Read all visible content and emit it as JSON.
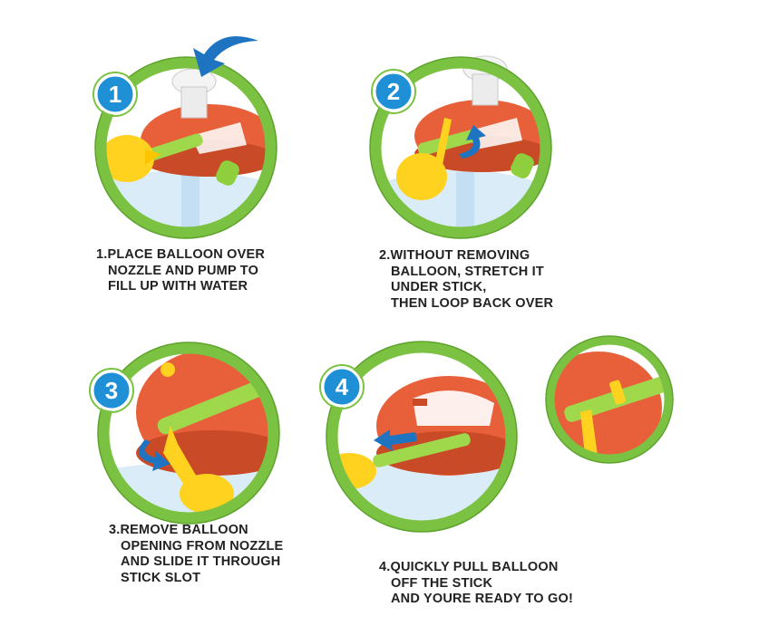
{
  "colors": {
    "ring_green": "#7cc242",
    "ring_green_dark": "#5ea32e",
    "badge_blue": "#1f8fd6",
    "arrow_blue": "#1f74c2",
    "cap_orange": "#e8603a",
    "cap_orange_dark": "#c94a27",
    "balloon_yellow": "#ffd21f",
    "stick_green": "#9fd84a",
    "water_blue": "#d9ecf8"
  },
  "steps": [
    {
      "number": "1",
      "lines": [
        "1.PLACE BALLOON OVER",
        "NOZZLE AND PUMP TO",
        "FILL UP WITH WATER"
      ]
    },
    {
      "number": "2",
      "lines": [
        "2.WITHOUT REMOVING",
        "BALLOON, STRETCH IT",
        "UNDER STICK,",
        "THEN LOOP BACK OVER"
      ]
    },
    {
      "number": "3",
      "lines": [
        "3.REMOVE BALLOON",
        "OPENING FROM NOZZLE",
        "AND SLIDE IT THROUGH",
        "STICK SLOT"
      ]
    },
    {
      "number": "4",
      "lines": [
        "4.QUICKLY PULL BALLOON",
        "OFF THE STICK",
        "AND YOURE READY TO GO!"
      ]
    }
  ]
}
